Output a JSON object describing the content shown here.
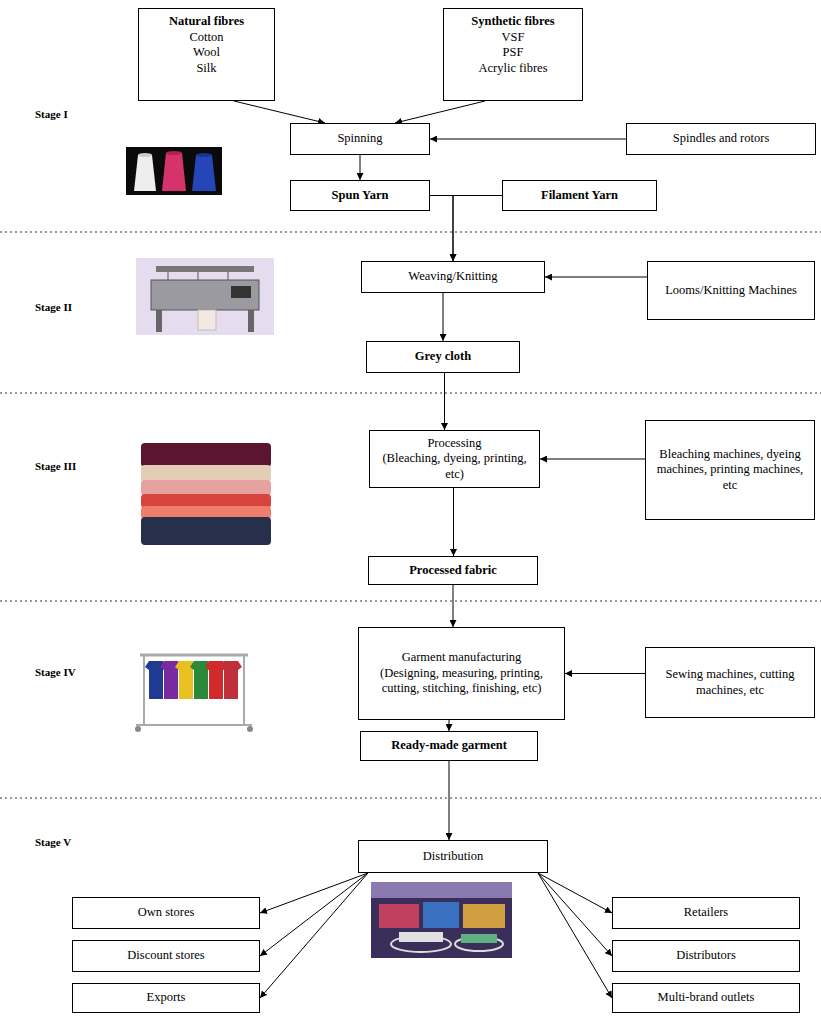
{
  "diagram": {
    "nodes": [
      {
        "text": [
          "Natural fibres",
          "Cotton",
          "Wool",
          "Silk"
        ]
      },
      {
        "text": [
          "Synthetic fibres",
          "VSF",
          "PSF",
          "Acrylic fibres"
        ]
      },
      {
        "text": [
          "Spinning"
        ]
      },
      {
        "text": [
          "Spindles and rotors"
        ]
      },
      {
        "text": [
          "Spun Yarn"
        ]
      },
      {
        "text": [
          "Filament Yarn"
        ]
      },
      {
        "text": [
          "Weaving/Knitting"
        ]
      },
      {
        "text": [
          "Looms/Knitting Machines"
        ]
      },
      {
        "text": [
          "Grey cloth"
        ]
      },
      {
        "text": [
          "Processing",
          "(Bleaching, dyeing, printing, etc)"
        ]
      },
      {
        "text": [
          "Bleaching machines, dyeing machines, printing machines, etc"
        ]
      },
      {
        "text": [
          "Processed fabric"
        ]
      },
      {
        "text": [
          "Garment manufacturing",
          "(Designing, measuring, printing, cutting, stitching, finishing, etc)"
        ]
      },
      {
        "text": [
          "Sewing machines, cutting machines, etc"
        ]
      },
      {
        "text": [
          "Ready-made garment"
        ]
      },
      {
        "text": [
          "Distribution"
        ]
      },
      {
        "text": [
          "Own stores"
        ]
      },
      {
        "text": [
          "Discount stores"
        ]
      },
      {
        "text": [
          "Exports"
        ]
      },
      {
        "text": [
          "Retailers"
        ]
      },
      {
        "text": [
          "Distributors"
        ]
      },
      {
        "text": [
          "Multi-brand outlets"
        ]
      }
    ],
    "edges": [
      {
        "from": 0,
        "to": 2,
        "arrow": "to"
      },
      {
        "from": 1,
        "to": 2,
        "arrow": "to"
      },
      {
        "from": 3,
        "to": 2,
        "arrow": "to"
      },
      {
        "from": 2,
        "to": 4,
        "arrow": "to"
      },
      {
        "from": 4,
        "to": 6,
        "arrow": "to"
      },
      {
        "from": 5,
        "to": 6,
        "arrow": "to"
      },
      {
        "from": 7,
        "to": 6,
        "arrow": "to"
      },
      {
        "from": 6,
        "to": 8,
        "arrow": "to"
      },
      {
        "from": 8,
        "to": 9,
        "arrow": "to"
      },
      {
        "from": 10,
        "to": 9,
        "arrow": "to"
      },
      {
        "from": 9,
        "to": 11,
        "arrow": "to"
      },
      {
        "from": 11,
        "to": 12,
        "arrow": "to"
      },
      {
        "from": 13,
        "to": 12,
        "arrow": "to"
      },
      {
        "from": 12,
        "to": 14,
        "arrow": "to"
      },
      {
        "from": 14,
        "to": 15,
        "arrow": "to"
      },
      {
        "from": 15,
        "to": 16,
        "arrow": "to"
      },
      {
        "from": 15,
        "to": 17,
        "arrow": "to"
      },
      {
        "from": 15,
        "to": 18,
        "arrow": "to"
      },
      {
        "from": 15,
        "to": 19,
        "arrow": "to"
      },
      {
        "from": 15,
        "to": 20,
        "arrow": "to"
      },
      {
        "from": 15,
        "to": 21,
        "arrow": "to"
      }
    ],
    "labels": [
      "Stage I",
      "Stage II",
      "Stage III",
      "Stage IV",
      "Stage V"
    ]
  }
}
